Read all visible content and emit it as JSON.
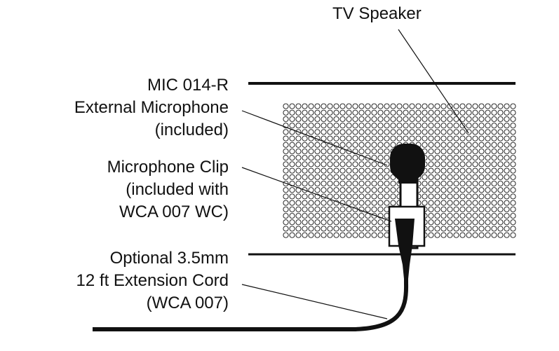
{
  "labels": {
    "tv_speaker": "TV Speaker",
    "mic": [
      "MIC 014-R",
      "External Microphone",
      "(included)"
    ],
    "clip": [
      "Microphone Clip",
      "(included with",
      "WCA 007 WC)"
    ],
    "cord": [
      "Optional 3.5mm",
      "12 ft Extension Cord",
      "(WCA 007)"
    ]
  },
  "colors": {
    "ink": "#111111",
    "background": "#ffffff"
  }
}
